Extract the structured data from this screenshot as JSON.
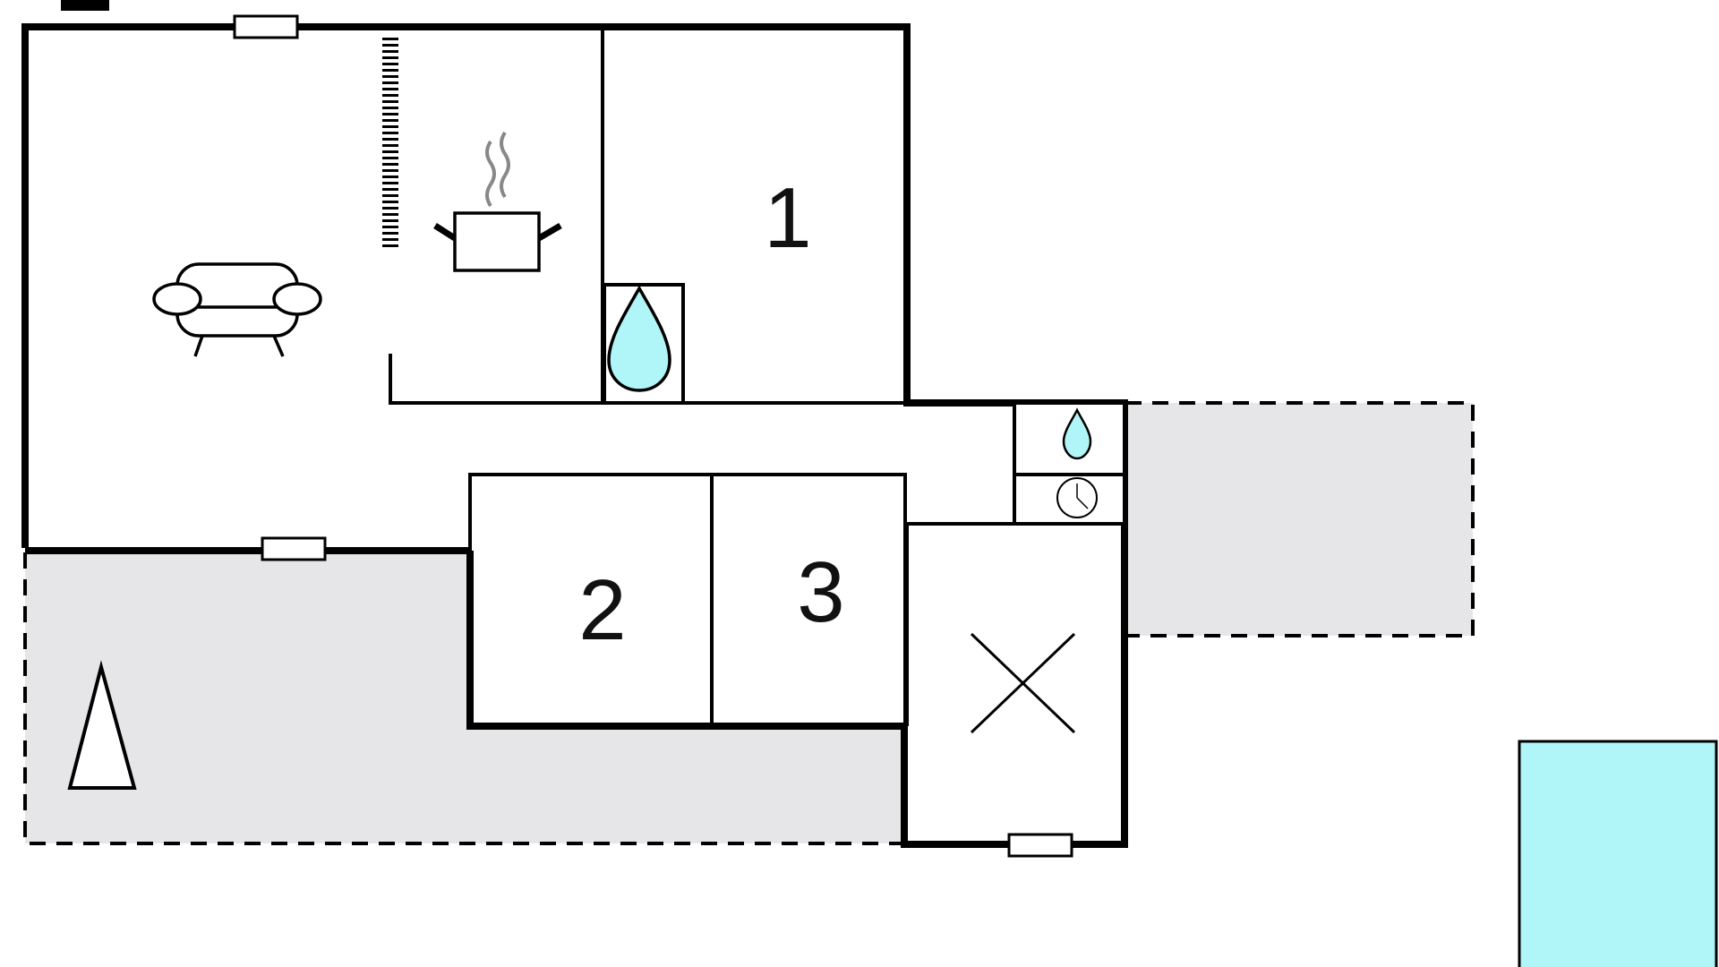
{
  "floorplan": {
    "rooms": [
      {
        "label": "1"
      },
      {
        "label": "2"
      },
      {
        "label": "3"
      }
    ],
    "icons": [
      "sofa-icon",
      "cooking-pot-icon",
      "shower-icon",
      "water-drop-icon",
      "clock-icon",
      "tree-icon",
      "x-marker-icon",
      "pool-area"
    ],
    "colors": {
      "wall": "#000000",
      "terrace": "#e6e6e9",
      "water": "#b0f5f7"
    }
  }
}
